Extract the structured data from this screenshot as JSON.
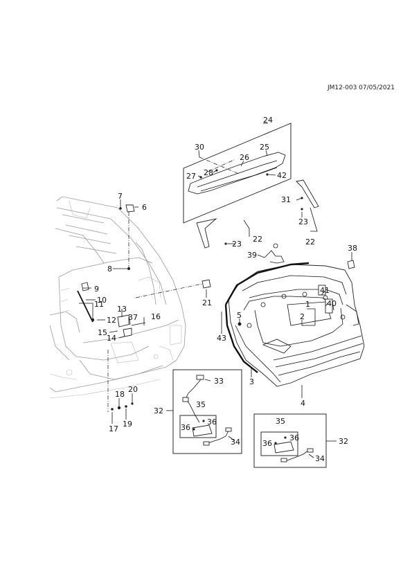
{
  "doc_ref": "JM12-003 07/05/2021",
  "callouts": {
    "c1": "1",
    "c2": "2",
    "c3": "3",
    "c4": "4",
    "c5": "5",
    "c6": "6",
    "c7": "7",
    "c8": "8",
    "c9": "9",
    "c10": "10",
    "c11": "11",
    "c12": "12",
    "c13": "13",
    "c14": "14",
    "c15": "15",
    "c16": "16",
    "c17": "17",
    "c18": "18",
    "c19": "19",
    "c20": "20",
    "c21": "21",
    "c22a": "22",
    "c22b": "22",
    "c23a": "23",
    "c23b": "23",
    "c24": "24",
    "c25": "25",
    "c26": "26",
    "c27": "27",
    "c28": "28",
    "c30": "30",
    "c31": "31",
    "c32a": "32",
    "c32b": "32",
    "c33": "33",
    "c34a": "34",
    "c34b": "34",
    "c35a": "35",
    "c35b": "35",
    "c36a": "36",
    "c36b": "36",
    "c36c": "36",
    "c36d": "36",
    "c37": "37",
    "c38": "38",
    "c39": "39",
    "c40": "40",
    "c41": "41",
    "c42": "42",
    "c43": "43"
  }
}
